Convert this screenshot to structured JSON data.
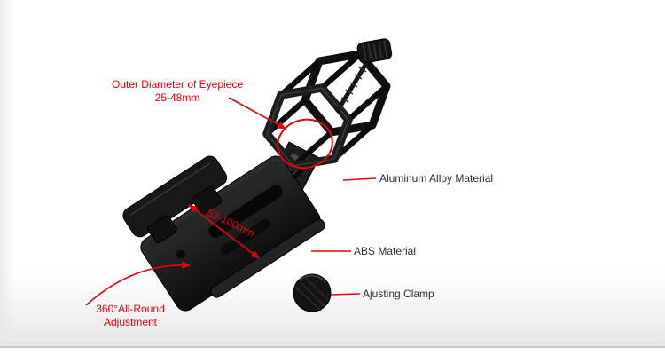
{
  "page": {
    "background": "#ffffff",
    "bottom_line_color": "#c6c6c6"
  },
  "colors": {
    "annotation_red": "#e8000d",
    "label_text": "#2e2e2e",
    "product_black": "#161616"
  },
  "annotations": {
    "eyepiece": {
      "line1": "Outer Diameter of Eyepiece",
      "line2": "25-48mm"
    },
    "aluminum": {
      "label": "Aluminum Alloy Material"
    },
    "abs": {
      "label": "ABS Material"
    },
    "clamp": {
      "label": "Ajusting Clamp"
    },
    "phone_width": {
      "label": "52-100mm"
    },
    "rotation": {
      "line1": "360°All-Round",
      "line2": "Adjustment"
    }
  }
}
